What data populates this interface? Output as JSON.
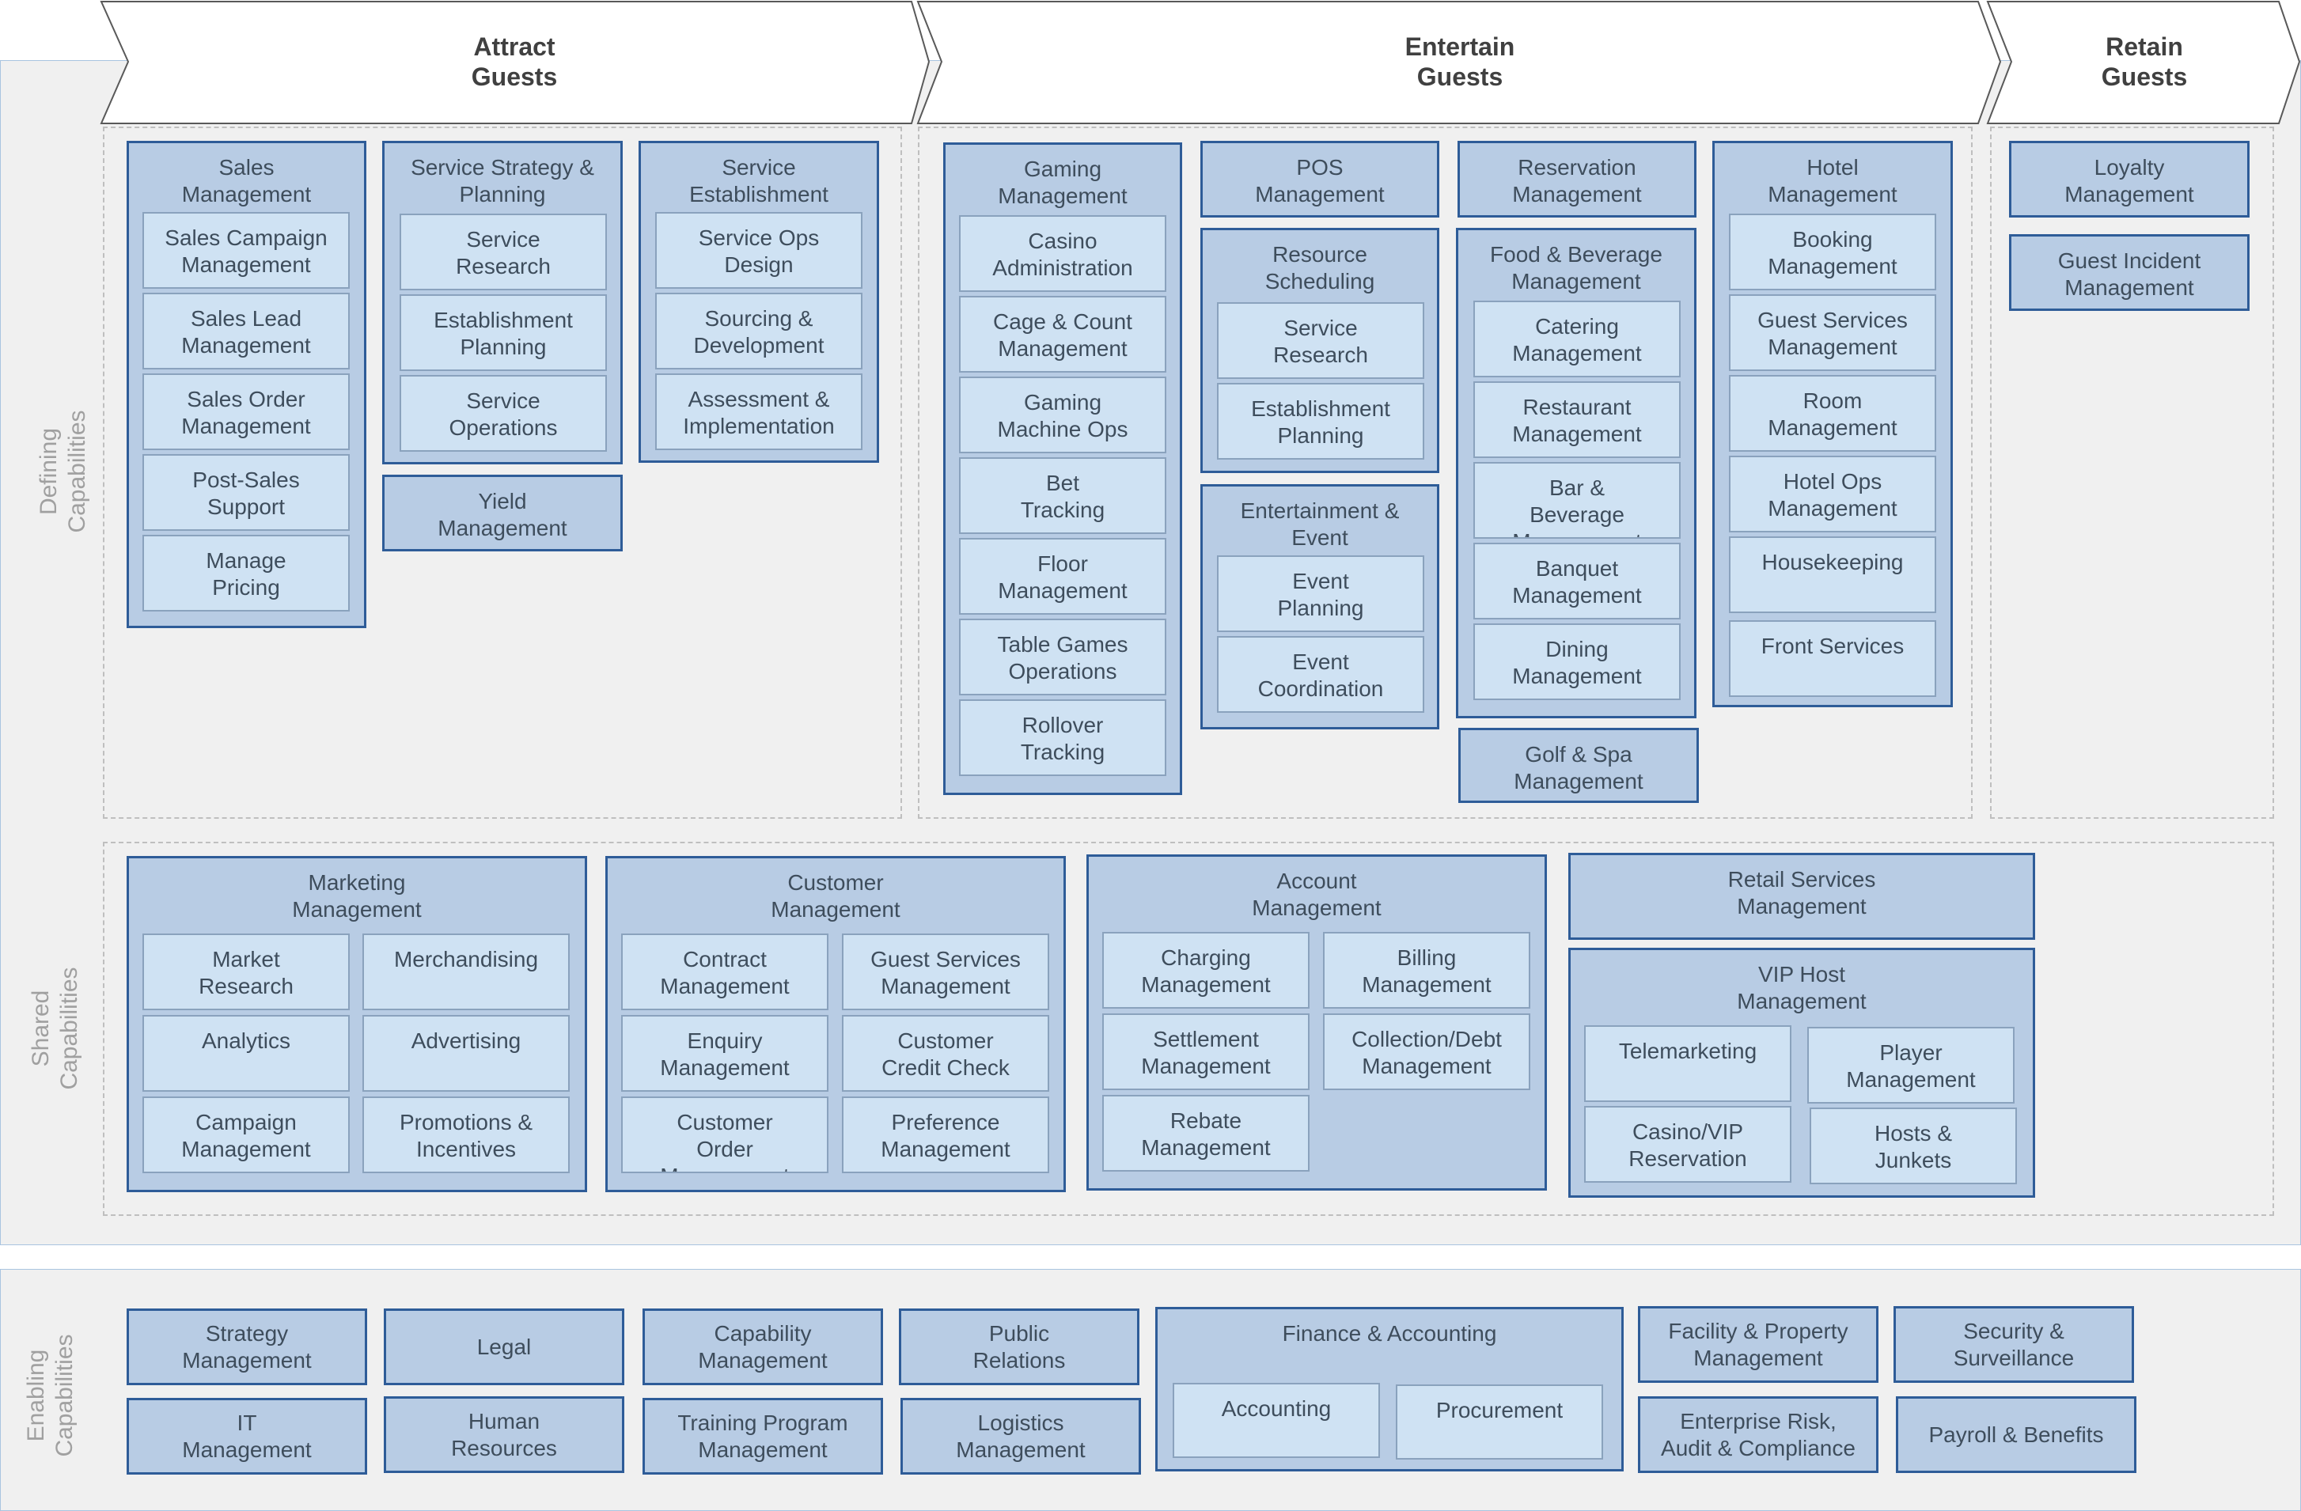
{
  "stages": {
    "attract": "Attract\nGuests",
    "entertain": "Entertain\nGuests",
    "retain": "Retain\nGuests"
  },
  "bands": {
    "defining": "Defining\nCapabilities",
    "shared": "Shared\nCapabilities",
    "enabling": "Enabling\nCapabilities"
  },
  "attract": {
    "sales_management": {
      "title": "Sales\nManagement",
      "items": [
        "Sales Campaign\nManagement",
        "Sales Lead\nManagement",
        "Sales Order\nManagement",
        "Post-Sales\nSupport",
        "Manage\nPricing"
      ]
    },
    "service_strategy": {
      "title": "Service Strategy &\nPlanning",
      "items": [
        "Service\nResearch",
        "Establishment\nPlanning",
        "Service\nOperations"
      ]
    },
    "yield": "Yield\nManagement",
    "service_establishment": {
      "title": "Service\nEstablishment",
      "items": [
        "Service Ops\nDesign",
        "Sourcing &\nDevelopment",
        "Assessment &\nImplementation"
      ]
    }
  },
  "entertain": {
    "gaming": {
      "title": "Gaming\nManagement",
      "items": [
        "Casino\nAdministration",
        "Cage & Count\nManagement",
        "Gaming\nMachine Ops",
        "Bet\nTracking",
        "Floor\nManagement",
        "Table Games\nOperations",
        "Rollover\nTracking"
      ]
    },
    "pos": "POS\nManagement",
    "resource_scheduling": {
      "title": "Resource\nScheduling",
      "items": [
        "Service\nResearch",
        "Establishment\nPlanning"
      ]
    },
    "entertainment_event": {
      "title": "Entertainment &\nEvent",
      "items": [
        "Event\nPlanning",
        "Event\nCoordination"
      ]
    },
    "reservation": "Reservation\nManagement",
    "food_beverage": {
      "title": "Food & Beverage\nManagement",
      "items": [
        "Catering\nManagement",
        "Restaurant\nManagement",
        "Bar &\nBeverage\nManagement",
        "Banquet\nManagement",
        "Dining\nManagement"
      ]
    },
    "golf_spa": "Golf & Spa\nManagement",
    "hotel": {
      "title": "Hotel\nManagement",
      "items": [
        "Booking\nManagement",
        "Guest Services\nManagement",
        "Room\nManagement",
        "Hotel Ops\nManagement",
        "Housekeeping",
        "Front Services"
      ]
    }
  },
  "retain": {
    "loyalty": "Loyalty\nManagement",
    "guest_incident": "Guest Incident\nManagement"
  },
  "shared": {
    "marketing": {
      "title": "Marketing\nManagement",
      "items": [
        "Market\nResearch",
        "Merchandising",
        "Analytics",
        "Advertising",
        "Campaign\nManagement",
        "Promotions &\nIncentives"
      ]
    },
    "customer": {
      "title": "Customer\nManagement",
      "items": [
        "Contract\nManagement",
        "Guest Services\nManagement",
        "Enquiry\nManagement",
        "Customer\nCredit Check",
        "Customer\nOrder\nManagement",
        "Preference\nManagement"
      ]
    },
    "account": {
      "title": "Account\nManagement",
      "items": [
        "Charging\nManagement",
        "Billing\nManagement",
        "Settlement\nManagement",
        "Collection/Debt\nManagement",
        "Rebate\nManagement"
      ]
    },
    "retail": "Retail Services\nManagement",
    "vip": {
      "title": "VIP Host\nManagement",
      "items": [
        "Telemarketing",
        "Player\nManagement",
        "Casino/VIP\nReservation",
        "Hosts &\nJunkets"
      ]
    }
  },
  "enabling": {
    "strategy": "Strategy\nManagement",
    "it": "IT\nManagement",
    "legal": "Legal",
    "hr": "Human\nResources",
    "capability": "Capability\nManagement",
    "training": "Training Program\nManagement",
    "pr": "Public\nRelations",
    "logistics": "Logistics\nManagement",
    "finance": {
      "title": "Finance & Accounting",
      "items": [
        "Accounting",
        "Procurement"
      ]
    },
    "facility": "Facility & Property\nManagement",
    "risk": "Enterprise Risk,\nAudit & Compliance",
    "security": "Security &\nSurveillance",
    "payroll": "Payroll & Benefits"
  }
}
